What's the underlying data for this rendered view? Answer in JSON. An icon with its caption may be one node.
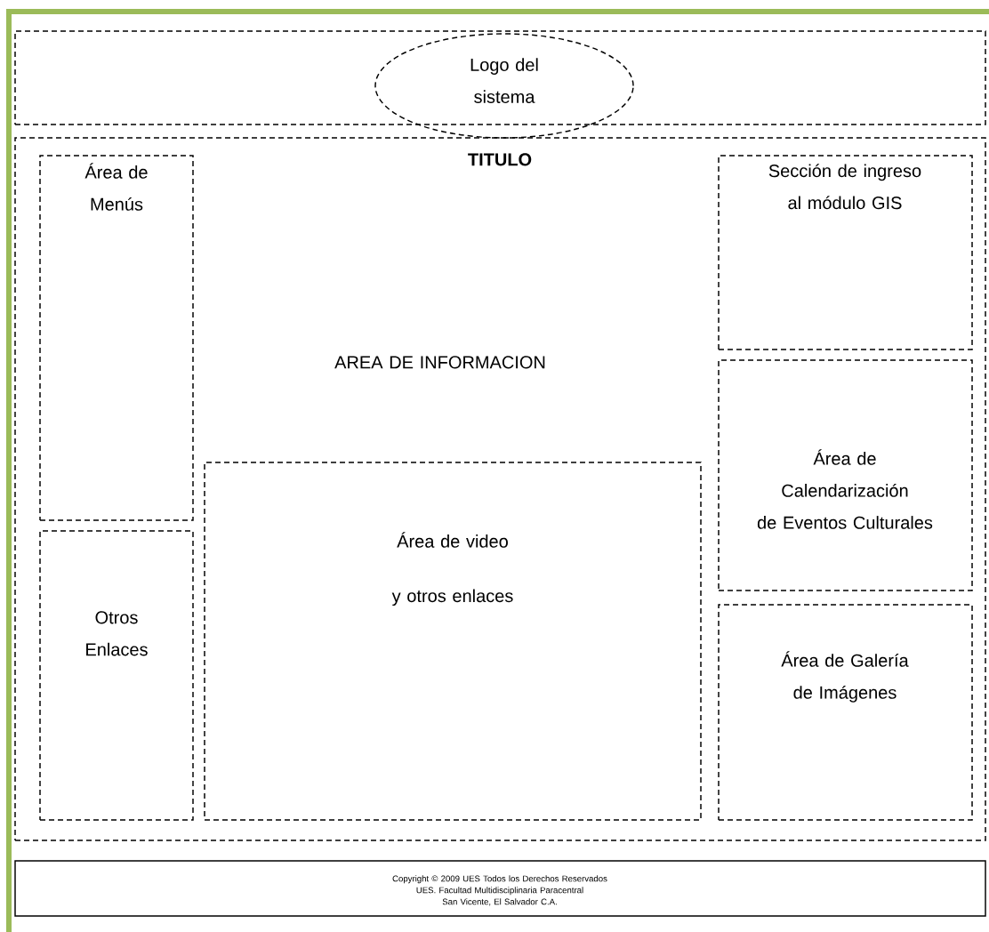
{
  "diagram": {
    "nodes": [
      {
        "text": [],
        "shape": "box"
      },
      {
        "text": [
          "Logo del sistema"
        ]
      },
      {
        "text": [
          "TITULO",
          "AREA DE INFORMACION"
        ]
      },
      {
        "text": [
          "Área de Menús"
        ],
        "in": 2
      },
      {
        "text": [
          "Otros Enlaces"
        ],
        "in": 2
      },
      {
        "text": [
          "Área de video y otros enlaces"
        ],
        "in": 2
      },
      {
        "text": [
          "Sección de ingreso al módulo GIS"
        ],
        "in": 2
      },
      {
        "text": [
          "Área de Calendarización de Eventos Culturales"
        ],
        "in": 2
      },
      {
        "text": [
          "Área de Galería de Imágenes"
        ],
        "in": 2
      },
      {
        "text": [
          "Copyright © 2009 UES Todos los Derechos Reservados",
          "UES. Facultad Multidisciplinaria Paracentral",
          "San Vicente, El Salvador C.A."
        ]
      }
    ]
  }
}
